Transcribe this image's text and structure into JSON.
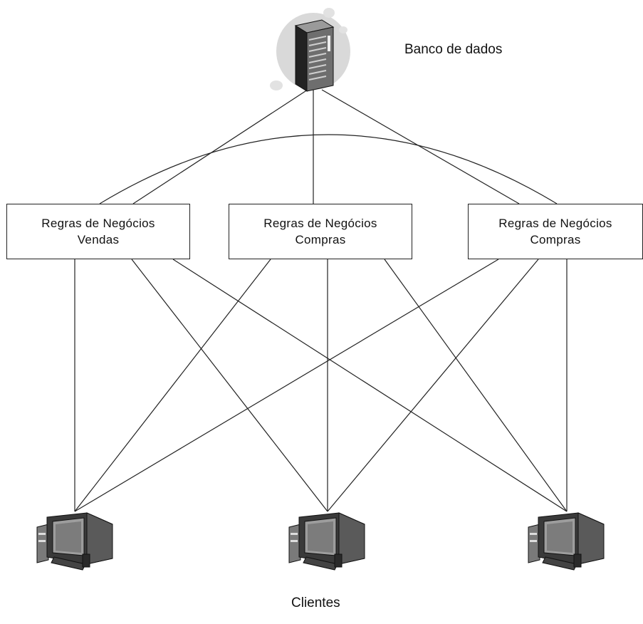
{
  "database": {
    "label": "Banco de dados",
    "icon": "server-tower-icon"
  },
  "business_rules": [
    {
      "line1": "Regras de Negócios",
      "line2": "Vendas"
    },
    {
      "line1": "Regras de Negócios",
      "line2": "Compras"
    },
    {
      "line1": "Regras de Negócios",
      "line2": "Compras"
    }
  ],
  "clients": {
    "label": "Clientes",
    "icon": "desktop-computer-icon",
    "count": 3
  },
  "colors": {
    "line": "#222222",
    "box_border": "#222222",
    "cloud": "#d9d9d9"
  }
}
